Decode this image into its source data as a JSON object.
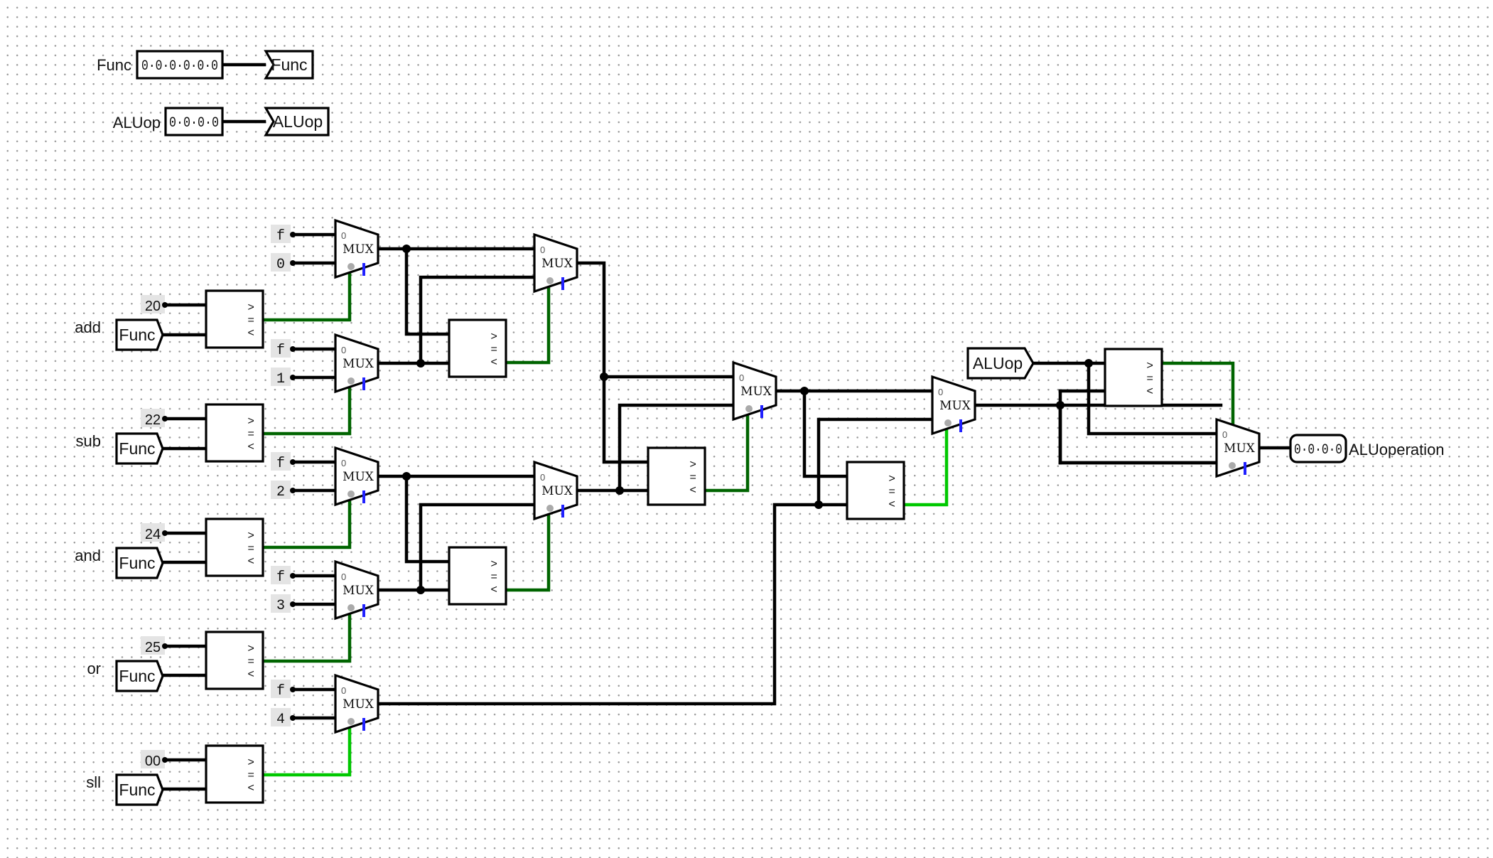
{
  "top_inputs": {
    "func": {
      "label": "Func",
      "pins": "0·0·0·0·0·0",
      "tunnel": "Func"
    },
    "aluop": {
      "label": "ALUop",
      "pins": "0·0·0·0",
      "tunnel": "ALUop"
    }
  },
  "comparators": [
    {
      "label": "add",
      "constant": "20",
      "tunnel": "Func"
    },
    {
      "label": "sub",
      "constant": "22",
      "tunnel": "Func"
    },
    {
      "label": "and",
      "constant": "24",
      "tunnel": "Func"
    },
    {
      "label": "or",
      "constant": "25",
      "tunnel": "Func"
    },
    {
      "label": "sll",
      "constant": "00",
      "tunnel": "Func"
    }
  ],
  "mux_inputs": [
    {
      "a": "f",
      "b": "0"
    },
    {
      "a": "f",
      "b": "1"
    },
    {
      "a": "f",
      "b": "2"
    },
    {
      "a": "f",
      "b": "3"
    },
    {
      "a": "f",
      "b": "4"
    }
  ],
  "mux_label": "MUX",
  "mux_zero": "0",
  "cmp_symbols": {
    "gt": ">",
    "eq": "=",
    "lt": "<"
  },
  "aluop_tunnel": "ALUop",
  "output": {
    "pins": "0·0·0·0",
    "label": "ALUoperation"
  },
  "colors": {
    "wire": "#000000",
    "dark_green": "#006400",
    "light_green": "#00c800",
    "select_blue": "#2020ff"
  }
}
